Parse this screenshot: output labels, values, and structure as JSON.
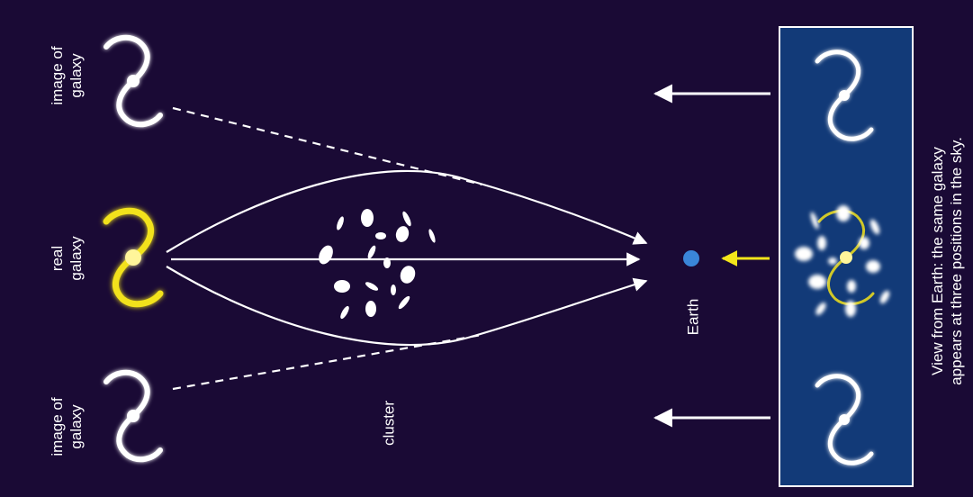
{
  "labels": {
    "image_top_line1": "image of",
    "image_top_line2": "galaxy",
    "real_line1": "real",
    "real_line2": "galaxy",
    "image_bottom_line1": "image of",
    "image_bottom_line2": "galaxy",
    "cluster": "cluster",
    "earth": "Earth",
    "caption_line1": "View from Earth: the same galaxy",
    "caption_line2": "appears at three positions in the sky."
  },
  "colors": {
    "background": "#1a0a35",
    "panel": "#123a78",
    "panel_border": "#ffffff",
    "real_galaxy": "#f2e21a",
    "image_galaxy": "#ffffff",
    "earth": "#3a86d8",
    "arrow": "#ffffff",
    "view_arrow": "#f4e61a"
  },
  "icons": {
    "galaxy": "spiral-galaxy-icon",
    "earth": "planet-dot-icon",
    "cluster_member": "elliptical-galaxy-icon"
  }
}
